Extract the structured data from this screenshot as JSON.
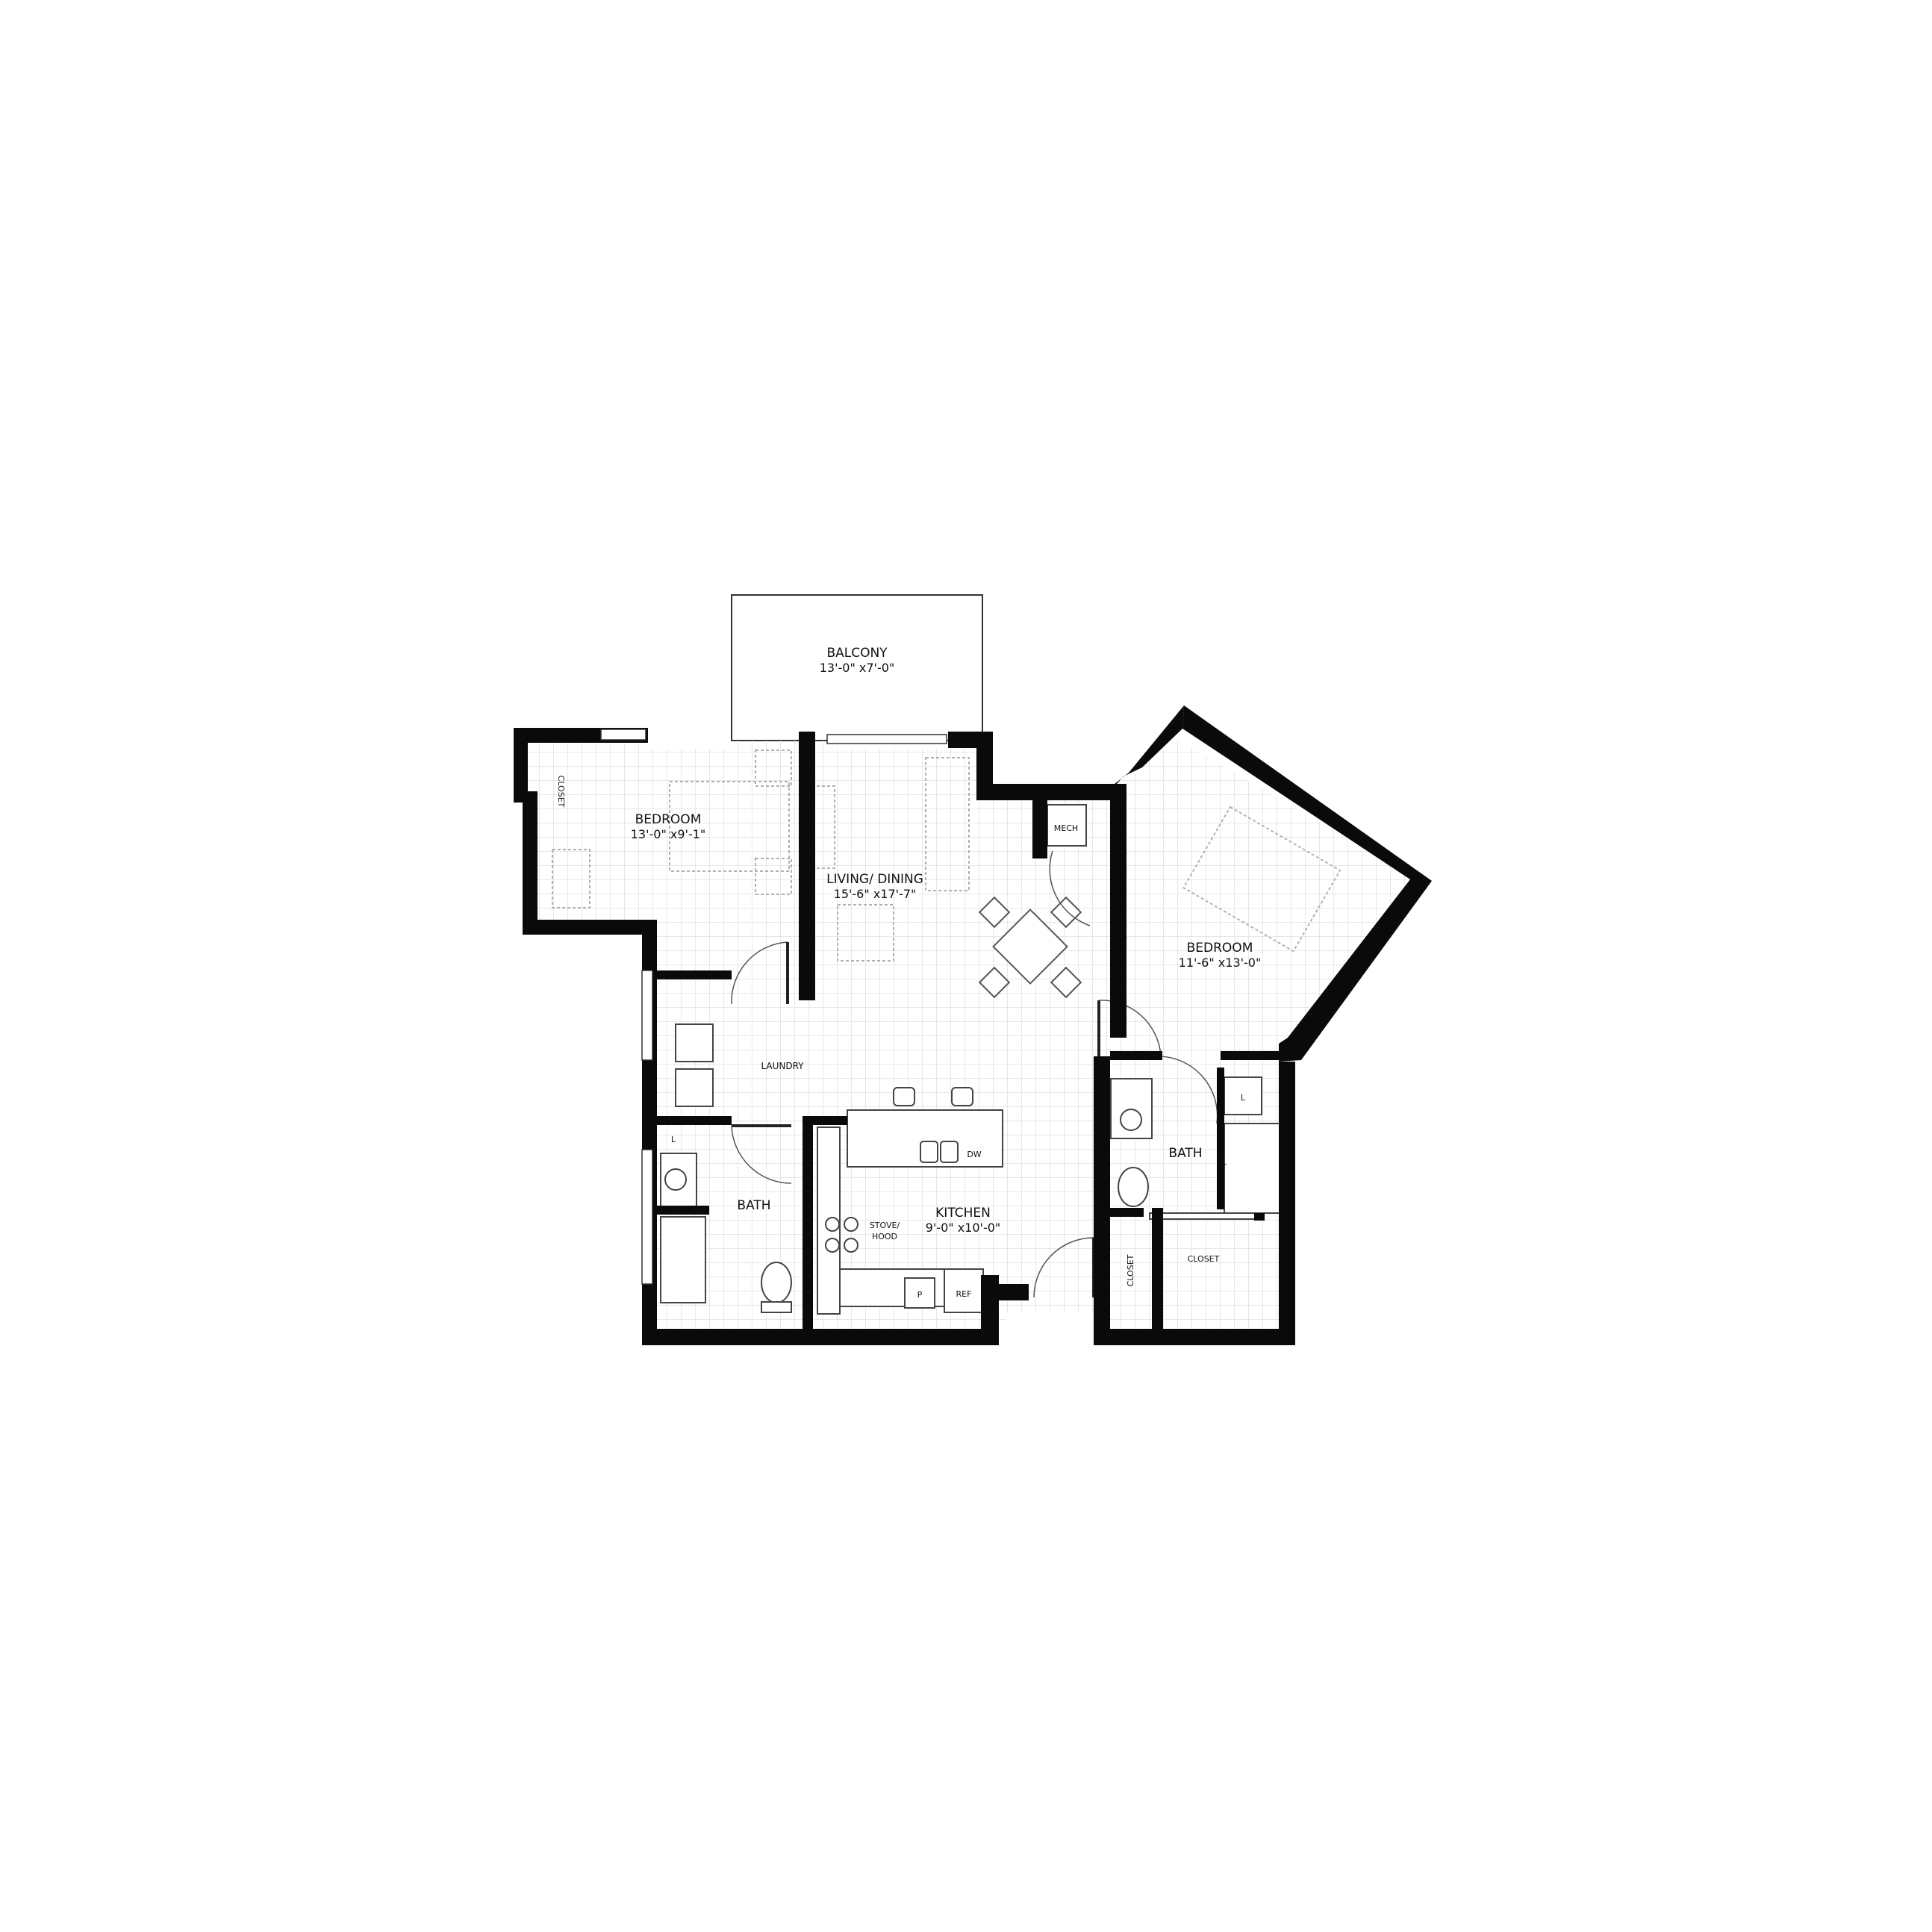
{
  "floorplan": {
    "balcony": {
      "name": "BALCONY",
      "dims": "13'-0\" x7'-0\""
    },
    "bedroom_left": {
      "name": "BEDROOM",
      "dims": "13'-0\" x9'-1\""
    },
    "living": {
      "name": "LIVING/ DINING",
      "dims": "15'-6\" x17'-7\""
    },
    "bedroom_right": {
      "name": "BEDROOM",
      "dims": "11'-6\" x13'-0\""
    },
    "kitchen": {
      "name": "KITCHEN",
      "dims": "9'-0\" x10'-0\""
    },
    "bath_left": "BATH",
    "bath_right": "BATH",
    "laundry": "LAUNDRY",
    "closet_left": "CLOSET",
    "closet_mid": "CLOSET",
    "closet_right": "CLOSET",
    "mech": "MECH",
    "dw": "DW",
    "stove": "STOVE/",
    "hood": "HOOD",
    "ref": "REF",
    "pantry": "P",
    "linen_left": "L",
    "linen_right_a": "L",
    "linen_right_b": "L"
  },
  "colors": {
    "wall": "#0a0a0a",
    "grid": "#d4d4d4",
    "fixture": "#555555",
    "background": "#ffffff"
  }
}
